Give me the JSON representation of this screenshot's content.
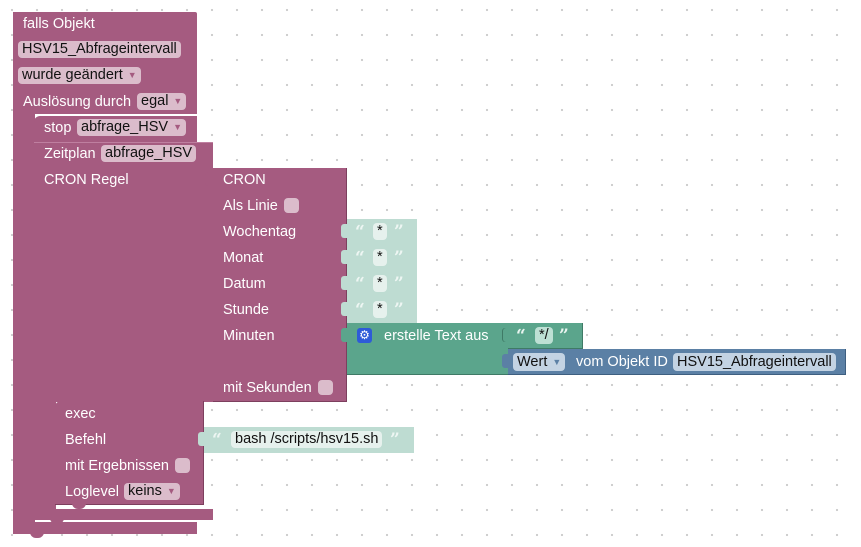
{
  "workspace": {
    "trigger_block": {
      "title": "falls Objekt",
      "object_id": "HSV15_Abfrageintervall",
      "condition": "wurde geändert",
      "trigger_label": "Auslösung durch",
      "trigger_value": "egal"
    },
    "stop_block": {
      "label": "stop",
      "schedule_name": "abfrage_HSV"
    },
    "schedule_block": {
      "label": "Zeitplan",
      "name": "abfrage_HSV",
      "cron_label": "CRON Regel"
    },
    "cron_block": {
      "title": "CRON",
      "as_line_label": "Als Linie",
      "as_line_checked": false,
      "weekday_label": "Wochentag",
      "weekday_value": "*",
      "month_label": "Monat",
      "month_value": "*",
      "date_label": "Datum",
      "date_value": "*",
      "hour_label": "Stunde",
      "hour_value": "*",
      "minutes_label": "Minuten",
      "seconds_label": "mit Sekunden",
      "seconds_checked": false
    },
    "text_join_block": {
      "label": "erstelle Text aus",
      "icon": "gear-icon",
      "part1": "*/"
    },
    "get_value_block": {
      "mode": "Wert",
      "label": "vom Objekt ID",
      "object_id": "HSV15_Abfrageintervall"
    },
    "exec_block": {
      "title": "exec",
      "command_label": "Befehl",
      "command": "bash /scripts/hsv15.sh",
      "with_results_label": "mit Ergebnissen",
      "with_results_checked": false,
      "loglevel_label": "Loglevel",
      "loglevel_value": "keins"
    },
    "colors": {
      "event_block": "#a55b80",
      "text_block": "#5ba58c",
      "text_block_disabled": "#bedcd2",
      "object_block": "#5b80a5"
    }
  }
}
